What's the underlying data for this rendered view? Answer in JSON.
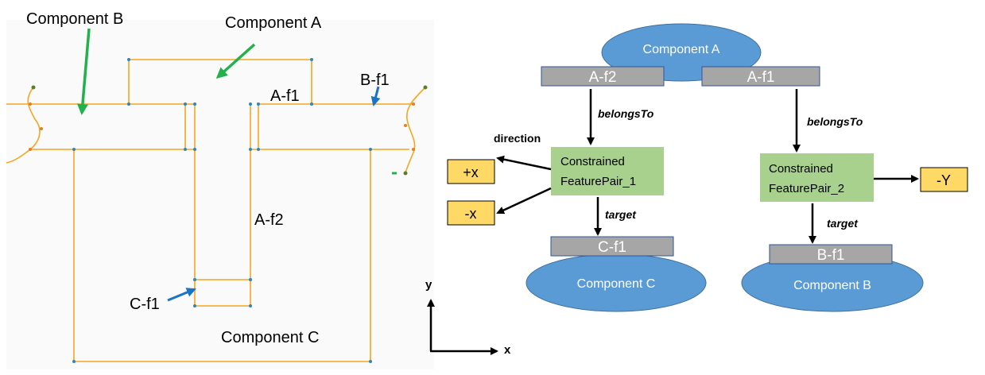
{
  "left_diagram": {
    "label_component_b": "Component B",
    "label_component_a": "Component A",
    "label_a_f1": "A-f1",
    "label_b_f1": "B-f1",
    "label_a_f2": "A-f2",
    "label_c_f1": "C-f1",
    "label_component_c": "Component C",
    "label_minus": "-"
  },
  "axes": {
    "y_label": "y",
    "x_label": "x"
  },
  "right_diagram": {
    "component_a": "Component A",
    "feature_a_f2": "A-f2",
    "feature_a_f1": "A-f1",
    "belongs_to_left": "belongsTo",
    "belongs_to_right": "belongsTo",
    "direction_label": "direction",
    "pair1_line1": "Constrained",
    "pair1_line2": "FeaturePair_1",
    "pair2_line1": "Constrained",
    "pair2_line2": "FeaturePair_2",
    "dir_plus_x": "+x",
    "dir_minus_x": "-x",
    "dir_minus_y": "-Y",
    "target_left": "target",
    "target_right": "target",
    "feature_c_f1": "C-f1",
    "feature_b_f1": "B-f1",
    "component_c": "Component C",
    "component_b": "Component B"
  },
  "colors": {
    "orange_line": "#f5a623",
    "blue_dot": "#2e86c1",
    "green_arrow": "#22b14c",
    "blue_arrow": "#1a73c7",
    "ellipse_fill": "#5b9bd5",
    "feature_fill": "#a6a6a6",
    "pair_fill": "#a9d18e",
    "dir_fill": "#ffd966"
  }
}
